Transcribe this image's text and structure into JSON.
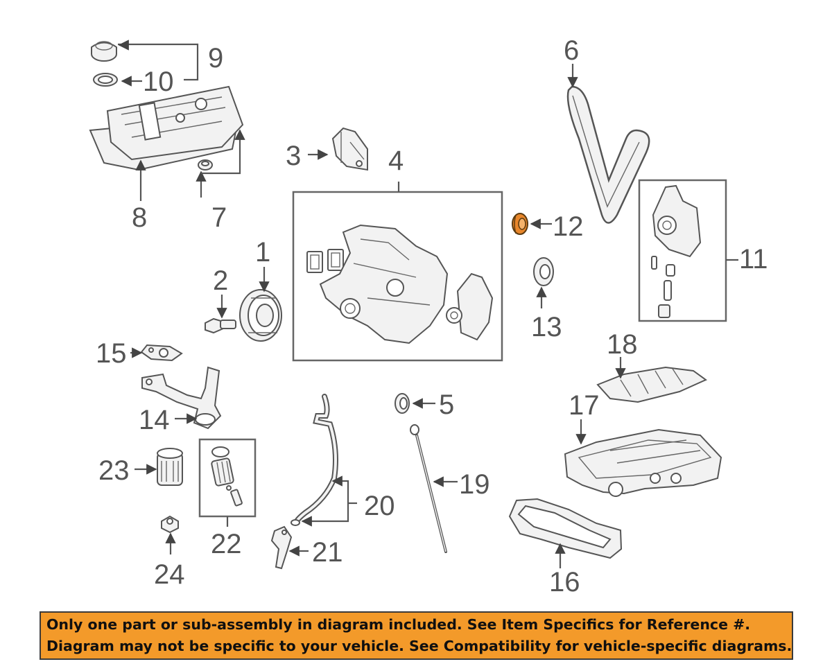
{
  "callouts": {
    "c1": "1",
    "c2": "2",
    "c3": "3",
    "c4": "4",
    "c5": "5",
    "c6": "6",
    "c7": "7",
    "c8": "8",
    "c9": "9",
    "c10": "10",
    "c11": "11",
    "c12": "12",
    "c13": "13",
    "c14": "14",
    "c15": "15",
    "c16": "16",
    "c17": "17",
    "c18": "18",
    "c19": "19",
    "c20": "20",
    "c21": "21",
    "c22": "22",
    "c23": "23",
    "c24": "24"
  },
  "highlighted_part": "12",
  "colors": {
    "highlight_part": "#e8862a",
    "banner_background": "#f39a2a",
    "line_art": "#555555"
  },
  "banner": {
    "line1": "Only one part or sub-assembly in diagram included. See Item Specifics for Reference #.",
    "line2": "Diagram may not be specific to your vehicle. See Compatibility for vehicle-specific diagrams."
  }
}
